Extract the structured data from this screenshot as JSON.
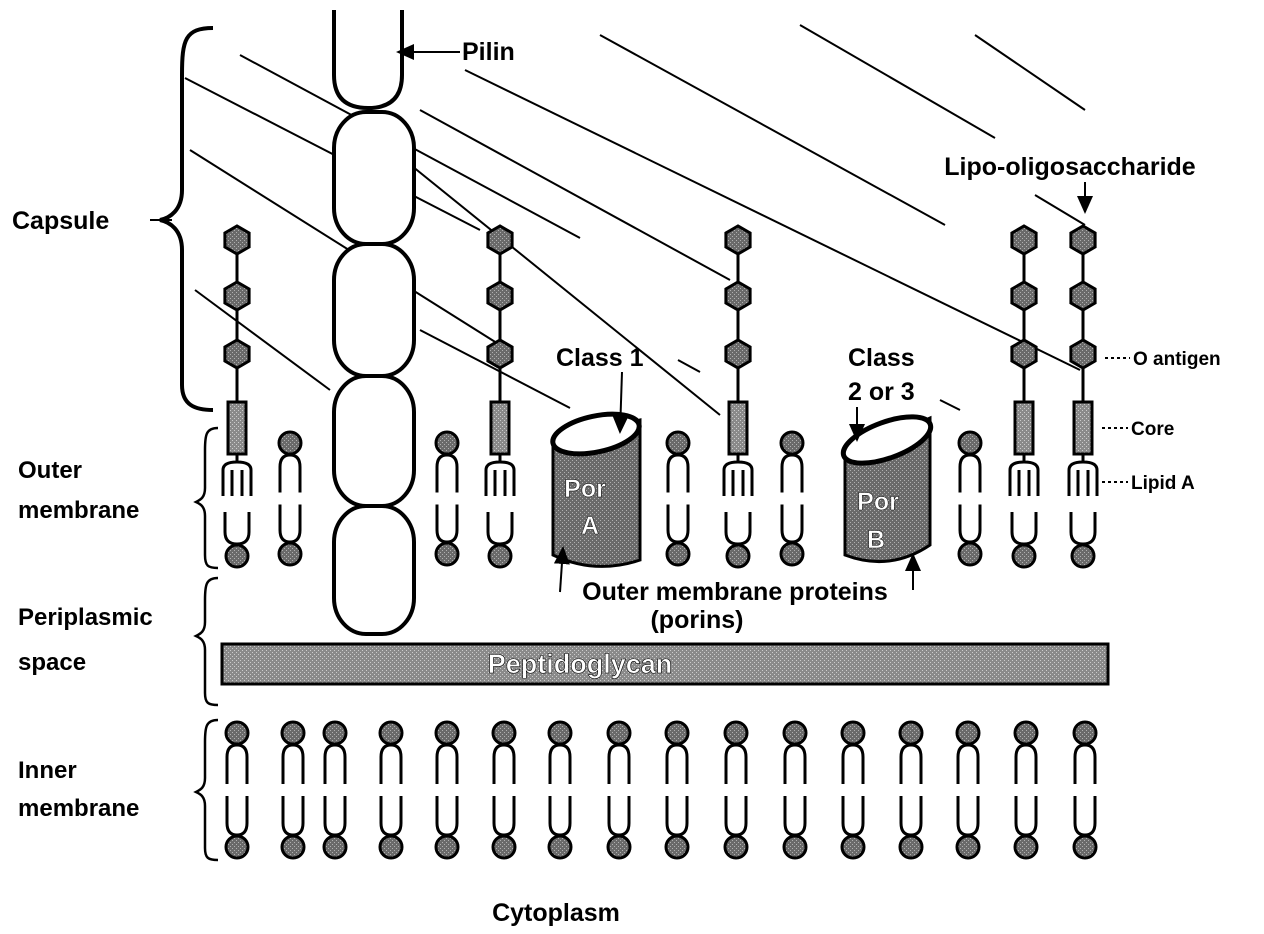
{
  "labels": {
    "pilin": "Pilin",
    "lipo_oligosaccharide": "Lipo-oligosaccharide",
    "capsule": "Capsule",
    "class1": "Class 1",
    "class2_line1": "Class",
    "class2_line2": "2 or 3",
    "o_antigen": "O antigen",
    "core": "Core",
    "lipid_a": "Lipid A",
    "outer_membrane_line1": "Outer",
    "outer_membrane_line2": "membrane",
    "periplasmic_line1": "Periplasmic",
    "periplasmic_line2": "space",
    "inner_membrane_line1": "Inner",
    "inner_membrane_line2": "membrane",
    "por_a_line1": "Por",
    "por_a_line2": "A",
    "por_b_line1": "Por",
    "por_b_line2": "B",
    "omp_line1": "Outer membrane proteins",
    "omp_line2": "(porins)",
    "peptidoglycan": "Peptidoglycan",
    "cytoplasm": "Cytoplasm"
  },
  "colors": {
    "ink": "#000000",
    "background": "#ffffff",
    "peptidoglycan_fill": "#8a8a8a",
    "porin_fill": "#7a7a7a",
    "sugar_fill": "#6a6a6a",
    "core_fill": "#9a9a9a"
  }
}
